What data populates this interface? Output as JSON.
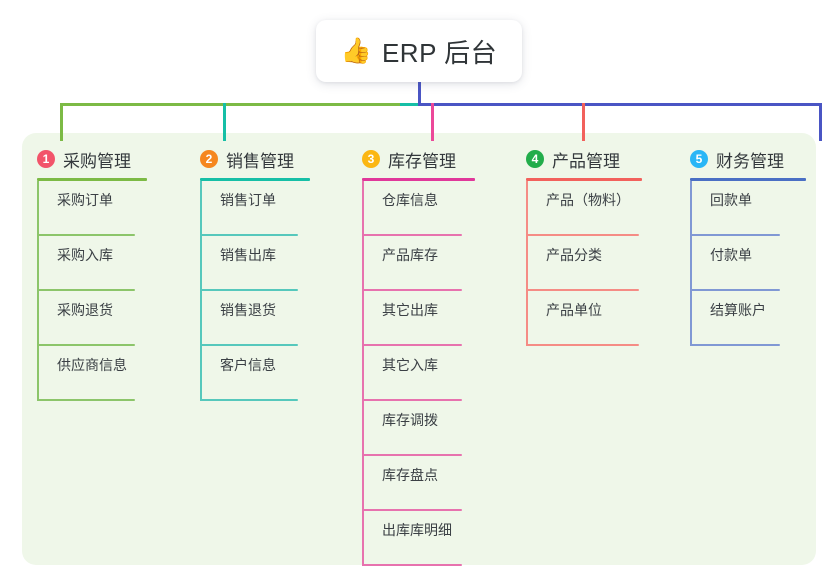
{
  "title": {
    "emoji": "👍",
    "emoji_name": "thumbs-up-icon",
    "text": "ERP 后台"
  },
  "theme": {
    "page_background": "#ffffff",
    "panel_background": "#eff7e9",
    "card_background": "#ffffff",
    "title_color": "#2f3437",
    "heading_color": "#33383c",
    "leaf_color": "#3b4045",
    "trunk_color": "#4a55c4",
    "bus_left_color": "#7cba45",
    "bus_mid_color": "#16bfa6",
    "bus_right_color": "#4a55c4"
  },
  "columns": [
    {
      "index": "1",
      "badge_color": "#f2546a",
      "rule_color": "#7cba45",
      "line_color": "#8cc56a",
      "title": "采购管理",
      "rule_width": 110,
      "leaf_rule_width": 98,
      "items": [
        {
          "label": "采购订单"
        },
        {
          "label": "采购入库"
        },
        {
          "label": "采购退货"
        },
        {
          "label": "供应商信息"
        }
      ]
    },
    {
      "index": "2",
      "badge_color": "#f5871f",
      "rule_color": "#16bfa6",
      "line_color": "#56c8bc",
      "title": "销售管理",
      "rule_width": 110,
      "leaf_rule_width": 98,
      "items": [
        {
          "label": "销售订单"
        },
        {
          "label": "销售出库"
        },
        {
          "label": "销售退货"
        },
        {
          "label": "客户信息"
        }
      ]
    },
    {
      "index": "3",
      "badge_color": "#fbb713",
      "rule_color": "#e0389a",
      "line_color": "#e772ae",
      "title": "库存管理",
      "rule_width": 113,
      "leaf_rule_width": 100,
      "items": [
        {
          "label": "仓库信息"
        },
        {
          "label": "产品库存"
        },
        {
          "label": "其它出库"
        },
        {
          "label": "其它入库"
        },
        {
          "label": "库存调拨"
        },
        {
          "label": "库存盘点"
        },
        {
          "label": "出库库明细"
        }
      ]
    },
    {
      "index": "4",
      "badge_color": "#22ad4b",
      "rule_color": "#f2615c",
      "line_color": "#f58c85",
      "title": "产品管理",
      "rule_width": 116,
      "leaf_rule_width": 113,
      "items": [
        {
          "label": "产品（物料）"
        },
        {
          "label": "产品分类"
        },
        {
          "label": "产品单位"
        }
      ]
    },
    {
      "index": "5",
      "badge_color": "#29b6f6",
      "rule_color": "#4a6fc4",
      "line_color": "#8098d4",
      "title": "财务管理",
      "rule_width": 116,
      "leaf_rule_width": 90,
      "items": [
        {
          "label": "回款单"
        },
        {
          "label": "付款单"
        },
        {
          "label": "结算账户"
        }
      ]
    }
  ]
}
